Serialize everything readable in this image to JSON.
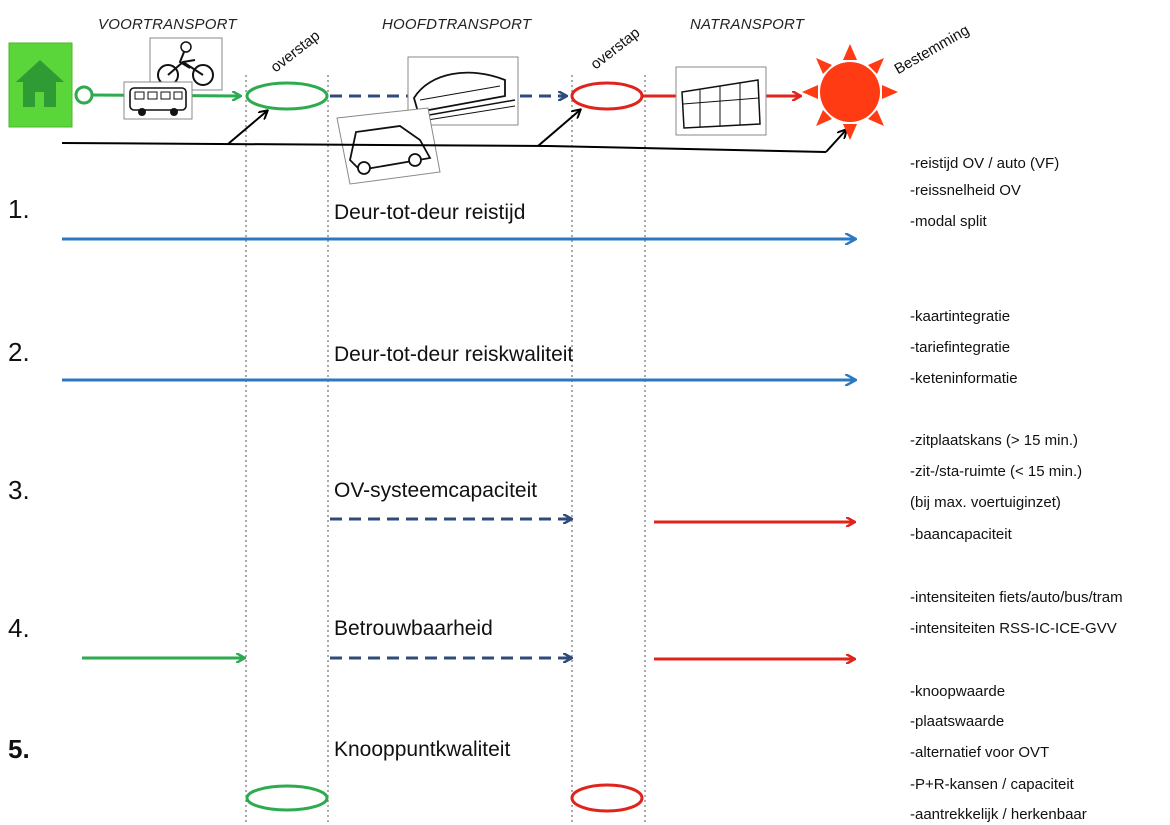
{
  "header": {
    "phases": [
      "VOORTRANSPORT",
      "HOOFDTRANSPORT",
      "NATRANSPORT"
    ],
    "transfer_labels": [
      "overstap",
      "overstap"
    ],
    "destination_label": "Bestemming"
  },
  "colors": {
    "pre_transport": "#2eaa4f",
    "main_transport": "#2f4b7c",
    "post_transport": "#e0241b",
    "door_to_door": "#2b78c2",
    "home": "#5ad63a",
    "sun": "#ff3b14"
  },
  "icons": [
    "house-icon",
    "bicycle-rider-icon",
    "bus-icon",
    "train-icon",
    "car-icon",
    "tram-icon",
    "sun-icon"
  ],
  "criteria": [
    {
      "number": "1.",
      "title": "Deur-tot-deur reistijd",
      "indicators": [
        "-reistijd OV / auto (VF)",
        "-reissnelheid OV",
        "-modal split"
      ]
    },
    {
      "number": "2.",
      "title": "Deur-tot-deur reiskwaliteit",
      "indicators": [
        "-kaartintegratie",
        "-tariefintegratie",
        "-keteninformatie"
      ]
    },
    {
      "number": "3.",
      "title": "OV-systeemcapaciteit",
      "indicators": [
        "-zitplaatskans  (> 15 min.)",
        "-zit-/sta-ruimte (< 15 min.)",
        "(bij max. voertuiginzet)",
        "-baancapaciteit"
      ]
    },
    {
      "number": "4.",
      "title": "Betrouwbaarheid",
      "indicators": [
        "-intensiteiten fiets/auto/bus/tram",
        "-intensiteiten RSS-IC-ICE-GVV"
      ]
    },
    {
      "number": "5.",
      "title": "Knooppuntkwaliteit",
      "indicators": [
        "-knoopwaarde",
        "-plaatswaarde",
        "-alternatief voor OVT",
        "-P+R-kansen / capaciteit",
        "-aantrekkelijk / herkenbaar"
      ]
    }
  ]
}
